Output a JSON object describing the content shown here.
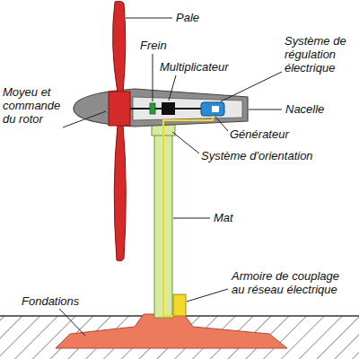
{
  "diagram": {
    "labels": [
      "Pale",
      "Frein",
      "Multiplicateur",
      "Système de régulation électrique",
      "Nacelle",
      "Générateur",
      "Système d'orientation",
      "Moyeu et commande du rotor",
      "Mat",
      "Armoire de couplage au réseau électrique",
      "Fondations"
    ]
  }
}
